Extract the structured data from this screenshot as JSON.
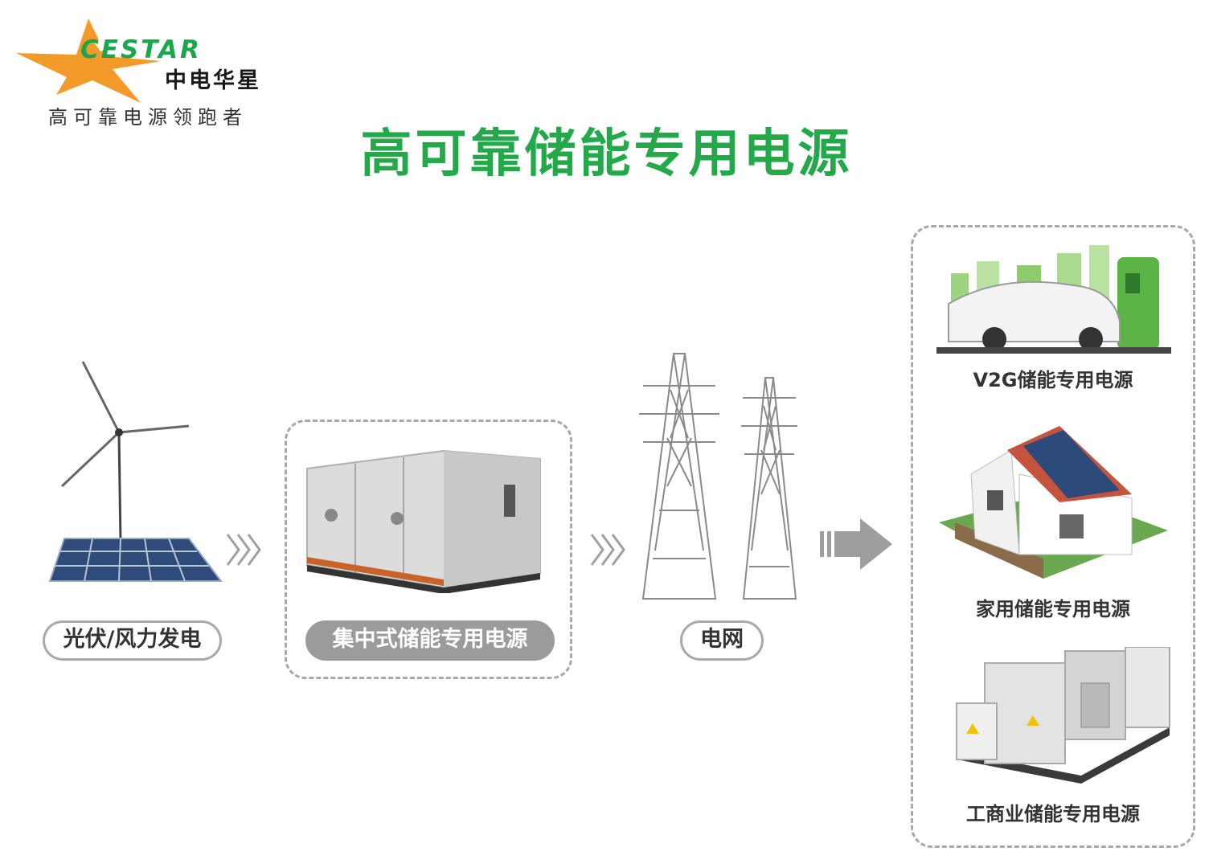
{
  "logo": {
    "brand_en": "CESTAR",
    "brand_cn": "中电华星",
    "slogan": "高可靠电源领跑者"
  },
  "title": "高可靠储能专用电源",
  "flow": {
    "source_label": "光伏/风力发电",
    "storage_label": "集中式储能专用电源",
    "grid_label": "电网"
  },
  "outputs": [
    {
      "label": "V2G储能专用电源"
    },
    {
      "label": "家用储能专用电源"
    },
    {
      "label": "工商业储能专用电源"
    }
  ],
  "colors": {
    "brand_green": "#23a84a",
    "brand_orange": "#f39a2b",
    "dash_gray": "#a8a8a8",
    "pill_gray": "#9b9b9b"
  },
  "icons": [
    "star-logo-icon",
    "wind-turbine-icon",
    "solar-panel-icon",
    "chevron-arrows-icon",
    "storage-cabinet-icon",
    "transmission-tower-icon",
    "block-arrow-icon",
    "ev-charging-icon",
    "solar-house-icon",
    "industrial-storage-icon"
  ]
}
